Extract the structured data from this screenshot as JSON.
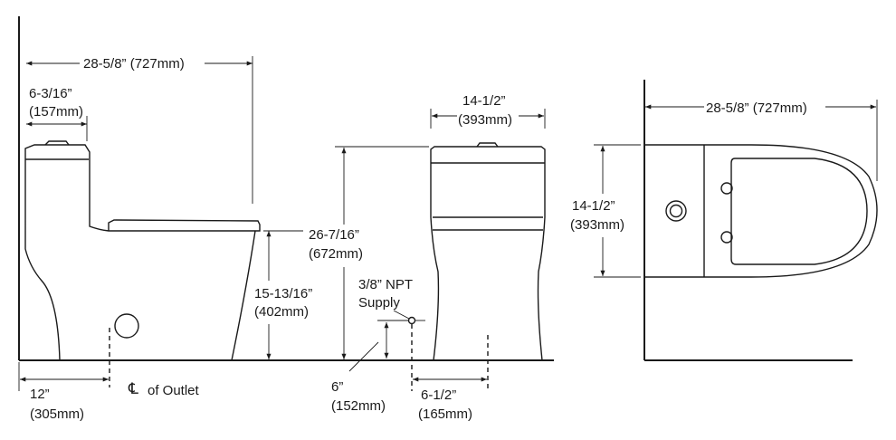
{
  "side_view": {
    "overall_depth": "28-5/8” (727mm)",
    "tank_setback_in": "6-3/16”",
    "tank_setback_mm": "(157mm)",
    "bowl_height_in": "15-13/16”",
    "bowl_height_mm": "(402mm)",
    "rough_in_in": "12”",
    "rough_in_mm": "(305mm)",
    "outlet_symbol": "℄",
    "outlet_label": "of Outlet"
  },
  "front_view": {
    "width_in": "14-1/2”",
    "width_mm": "(393mm)",
    "total_height_in": "26-7/16”",
    "total_height_mm": "(672mm)",
    "supply_line1": "3/8” NPT",
    "supply_line2": "Supply",
    "supply_height_in": "6”",
    "supply_height_mm": "(152mm)",
    "supply_offset_in": "6-1/2”",
    "supply_offset_mm": "(165mm)"
  },
  "top_view": {
    "overall_depth": "28-5/8” (727mm)",
    "width_in": "14-1/2”",
    "width_mm": "(393mm)"
  }
}
